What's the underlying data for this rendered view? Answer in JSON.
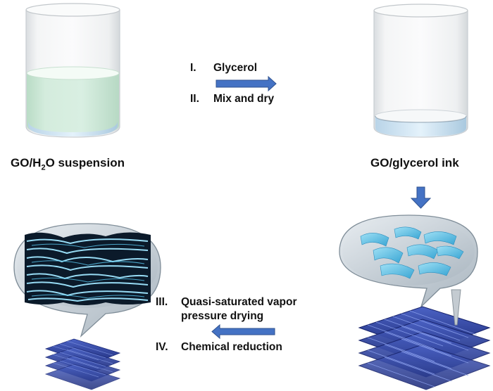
{
  "labels": {
    "left_beaker": "GO/H",
    "left_beaker_sub": "2",
    "left_beaker_tail": "O suspension",
    "right_beaker": "GO/glycerol ink"
  },
  "steps": {
    "step1_num": "I.",
    "step1_text": "Glycerol",
    "step2_num": "II.",
    "step2_text": "Mix and dry",
    "step3_num": "III.",
    "step3_text_line1": "Quasi-saturated vapor",
    "step3_text_line2": "pressure drying",
    "step4_num": "IV.",
    "step4_text": "Chemical reduction"
  },
  "colors": {
    "arrow_blue": "#4472c4",
    "lattice_blue": "#2d3f9a",
    "suspension_green": "#cfe9d9",
    "flake_cyan": "#6ec6e8",
    "bubble_fill": "#c9d3dc"
  },
  "icons": [
    "beaker-icon",
    "arrow-right-icon",
    "arrow-down-icon",
    "arrow-left-icon",
    "lattice-icon",
    "nozzle-icon",
    "speech-bubble-icon"
  ]
}
